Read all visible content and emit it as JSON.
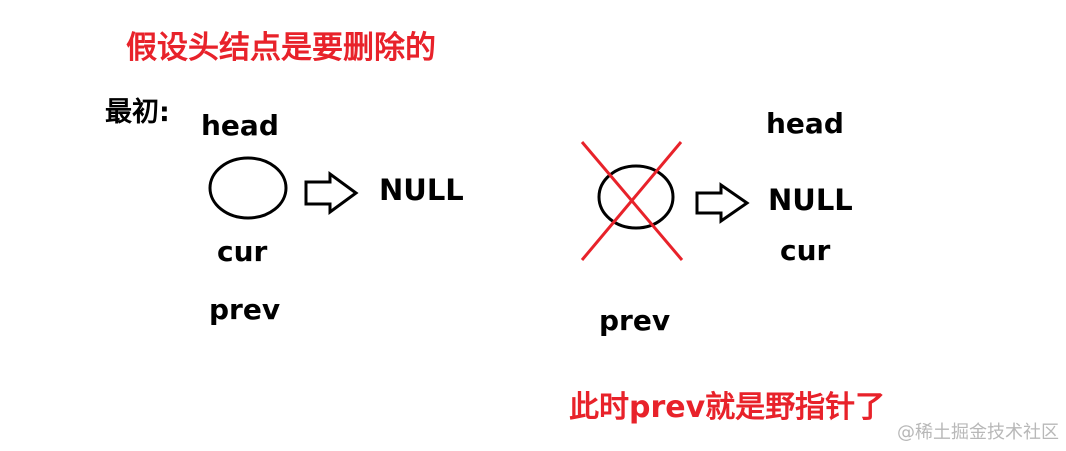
{
  "title": "假设头结点是要删除的",
  "left": {
    "label": "最初:",
    "head": "head",
    "null": "NULL",
    "cur": "cur",
    "prev": "prev"
  },
  "right": {
    "head": "head",
    "null": "NULL",
    "cur": "cur",
    "prev": "prev",
    "note": "此时prev就是野指针了"
  },
  "watermark": "@稀土掘金技术社区",
  "colors": {
    "accent": "#e8222a",
    "ink": "#000000"
  }
}
